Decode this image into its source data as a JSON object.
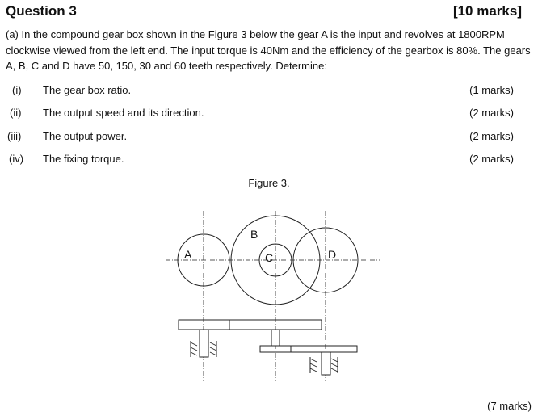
{
  "header": {
    "title": "Question 3",
    "marks": "[10 marks]"
  },
  "intro": "(a) In the compound gear box shown in the Figure 3 below the gear A is the input and revolves at 1800RPM clockwise viewed from the left end. The input torque is 40Nm and the efficiency of the gearbox is 80%. The gears A, B, C and D have 50, 150, 30 and 60 teeth respectively. Determine:",
  "items": [
    {
      "num": "(i)",
      "text": "The gear box ratio.",
      "marks": "(1 marks)"
    },
    {
      "num": "(ii)",
      "text": "The output speed and its direction.",
      "marks": "(2 marks)"
    },
    {
      "num": "(iii)",
      "text": "The output power.",
      "marks": "(2 marks)"
    },
    {
      "num": "(iv)",
      "text": "The fixing torque.",
      "marks": "(2 marks)"
    }
  ],
  "figure": {
    "caption": "Figure 3.",
    "gear_labels": {
      "a": "A",
      "b": "B",
      "c": "C",
      "d": "D"
    }
  },
  "footer": {
    "marks": "(7 marks)"
  },
  "colors": {
    "text": "#111111",
    "line": "#222222",
    "shaft_fill": "#ffffff"
  }
}
